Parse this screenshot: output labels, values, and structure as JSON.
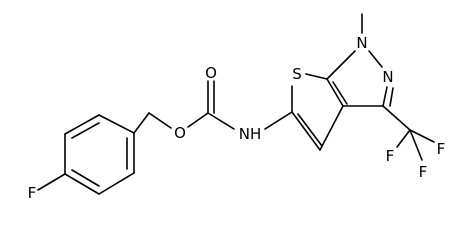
{
  "molecule": {
    "atoms": {
      "F_aryl": "F",
      "O_ester": "O",
      "O_carbonyl": "O",
      "NH": "NH",
      "S": "S",
      "N1": "N",
      "N2": "N",
      "F1": "F",
      "F2": "F",
      "F3": "F"
    },
    "colors": {
      "bond": "#000000",
      "label": "#000000",
      "background": "#ffffff"
    }
  }
}
